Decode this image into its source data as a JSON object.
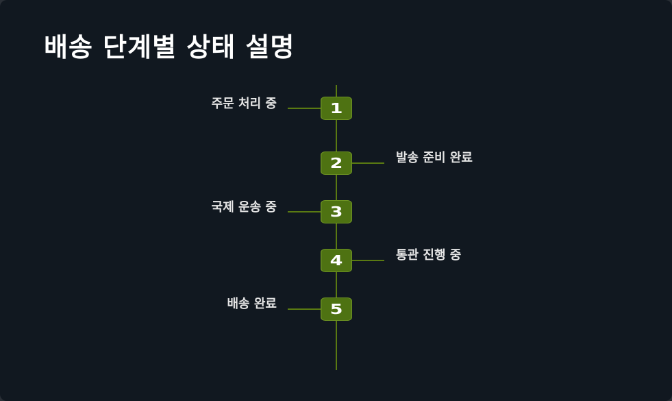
{
  "title": "배송 단계별 상태 설명",
  "steps": [
    {
      "number": "1",
      "label": "주문 처리 중",
      "side": "left"
    },
    {
      "number": "2",
      "label": "발송 준비 완료",
      "side": "right"
    },
    {
      "number": "3",
      "label": "국제 운송 중",
      "side": "left"
    },
    {
      "number": "4",
      "label": "통관 진행 중",
      "side": "right"
    },
    {
      "number": "5",
      "label": "배송 완료",
      "side": "left"
    }
  ],
  "colors": {
    "background": "#111820",
    "accent": "#4e7212",
    "line": "#5a7a12",
    "text": "#e6e6e6"
  }
}
